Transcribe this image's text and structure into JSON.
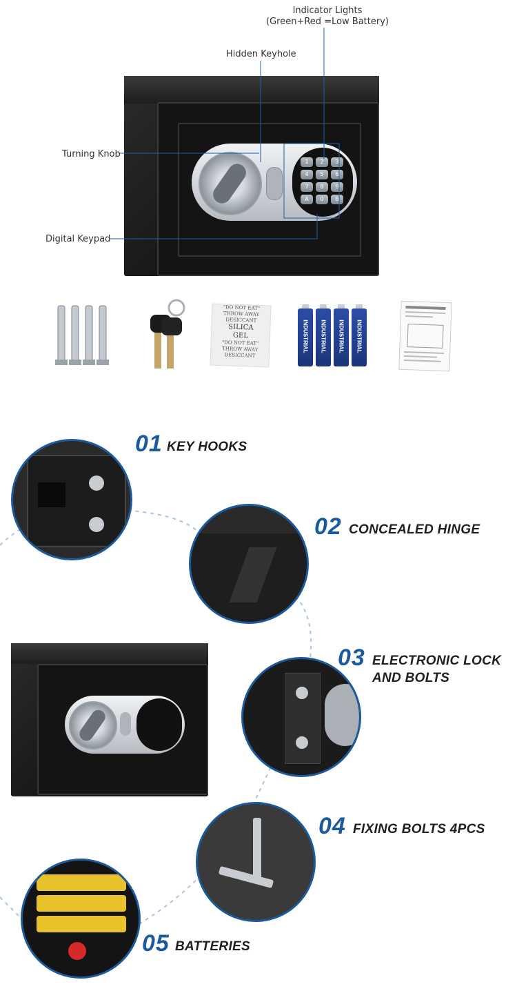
{
  "product_diagram": {
    "labels": {
      "indicator_lights": "Indicator Lights",
      "indicator_lights_note": "(Green+Red =Low Battery)",
      "hidden_keyhole": "Hidden Keyhole",
      "turning_knob": "Turning Knob",
      "digital_keypad": "Digital Keypad"
    },
    "keypad_keys": [
      "1",
      "2",
      "3",
      "4",
      "5",
      "6",
      "7",
      "8",
      "9",
      "A",
      "0",
      "B"
    ]
  },
  "accessories": {
    "silica_gel_lines": [
      "\"DO NOT EAT\"",
      "THROW AWAY",
      "DESICCANT",
      "SILICA",
      "GEL",
      "\"DO NOT EAT\"",
      "THROW AWAY",
      "DESICCANT"
    ],
    "battery_brand": "INDUSTRIAL"
  },
  "features": [
    {
      "num": "01",
      "title": "KEY HOOKS"
    },
    {
      "num": "02",
      "title": "CONCEALED HINGE"
    },
    {
      "num": "03",
      "title": "ELECTRONIC LOCK",
      "title2": "AND BOLTS"
    },
    {
      "num": "04",
      "title": "FIXING BOLTS 4PCS"
    },
    {
      "num": "05",
      "title": "BATTERIES"
    }
  ],
  "colors": {
    "accent": "#1b5a9b",
    "callout_line": "#1a5fa8",
    "dashed_path": "#a8c4e0",
    "safe_black": "#151515"
  }
}
